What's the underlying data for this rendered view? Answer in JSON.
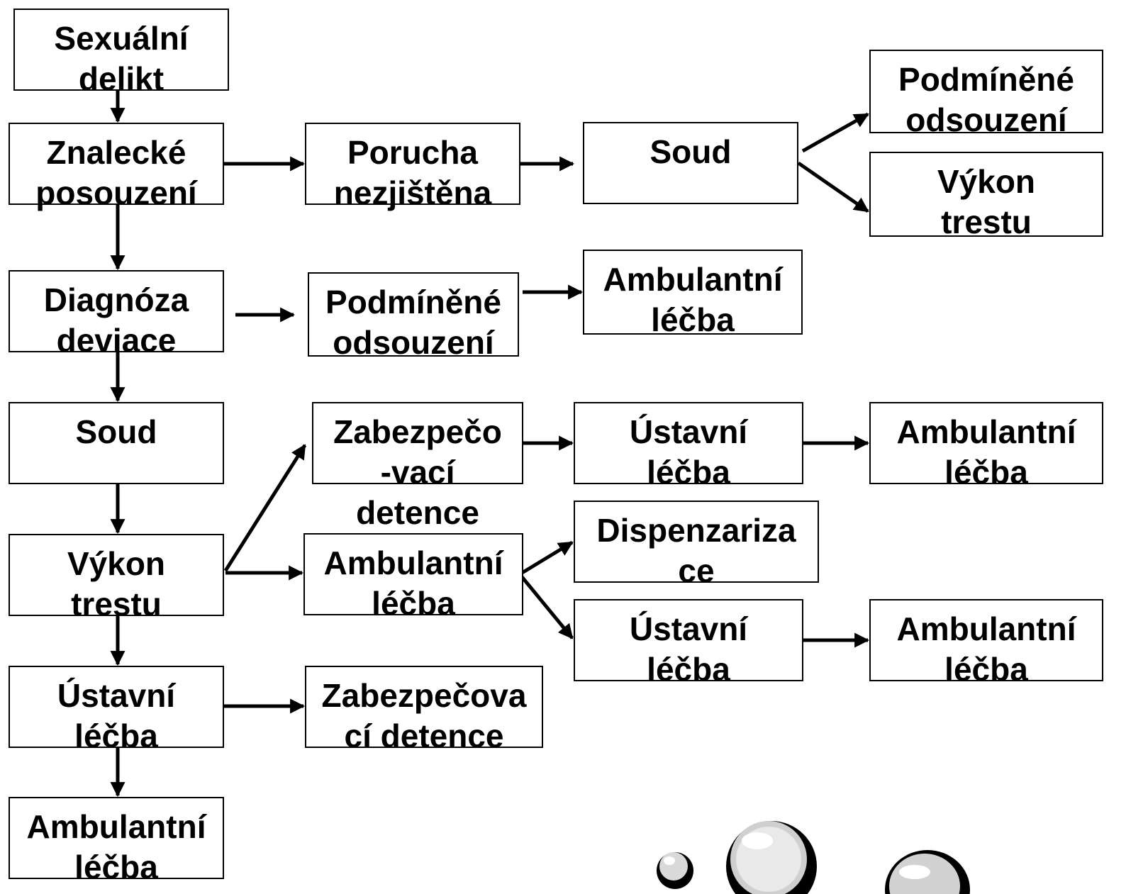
{
  "diagram": {
    "nodes": [
      {
        "id": "sexualni-delikt",
        "label": "Sexuální\ndelikt"
      },
      {
        "id": "znalecke-posouzeni",
        "label": "Znalecké\nposouzení"
      },
      {
        "id": "diagnoza-deviace",
        "label": "Diagnóza\ndeviace"
      },
      {
        "id": "soud-left",
        "label": "Soud"
      },
      {
        "id": "vykon-trestu-left",
        "label": "Výkon\ntrestu"
      },
      {
        "id": "ustavni-lecba-left",
        "label": "Ústavní\nléčba"
      },
      {
        "id": "ambulantni-lecba-left",
        "label": "Ambulantní\nléčba"
      },
      {
        "id": "porucha-nezjistena",
        "label": "Porucha\nnezjištěna"
      },
      {
        "id": "soud-top",
        "label": "Soud"
      },
      {
        "id": "podminene-odsouzeni-top",
        "label": "Podmíněné\nodsouzení"
      },
      {
        "id": "vykon-trestu-top",
        "label": "Výkon\ntrestu"
      },
      {
        "id": "podminene-odsouzeni-mid",
        "label": "Podmíněné\nodsouzení"
      },
      {
        "id": "ambulantni-lecba-mid",
        "label": "Ambulantní\nléčba"
      },
      {
        "id": "zabezpecovaci-detence-upper",
        "label": "Zabezpečo\n-vací\ndetence"
      },
      {
        "id": "ustavni-lecba-r1",
        "label": "Ústavní\nléčba"
      },
      {
        "id": "ambulantni-lecba-r1",
        "label": "Ambulantní\nléčba"
      },
      {
        "id": "ambulantni-lecba-center",
        "label": "Ambulantní\nléčba"
      },
      {
        "id": "dispenzarizace",
        "label": "Dispenzariza\nce"
      },
      {
        "id": "ustavni-lecba-r2",
        "label": "Ústavní\nléčba"
      },
      {
        "id": "ambulantni-lecba-r2",
        "label": "Ambulantní\nléčba"
      },
      {
        "id": "zabezpecovaci-detence-lower",
        "label": "Zabezpečova\ncí detence"
      }
    ],
    "edges": [
      {
        "from": "sexualni-delikt",
        "to": "znalecke-posouzeni"
      },
      {
        "from": "znalecke-posouzeni",
        "to": "diagnoza-deviace"
      },
      {
        "from": "diagnoza-deviace",
        "to": "soud-left"
      },
      {
        "from": "soud-left",
        "to": "vykon-trestu-left"
      },
      {
        "from": "vykon-trestu-left",
        "to": "ustavni-lecba-left"
      },
      {
        "from": "ustavni-lecba-left",
        "to": "ambulantni-lecba-left"
      },
      {
        "from": "znalecke-posouzeni",
        "to": "porucha-nezjistena"
      },
      {
        "from": "porucha-nezjistena",
        "to": "soud-top"
      },
      {
        "from": "soud-top",
        "to": "podminene-odsouzeni-top"
      },
      {
        "from": "soud-top",
        "to": "vykon-trestu-top"
      },
      {
        "from": "diagnoza-deviace",
        "to": "podminene-odsouzeni-mid"
      },
      {
        "from": "podminene-odsouzeni-mid",
        "to": "ambulantni-lecba-mid"
      },
      {
        "from": "vykon-trestu-left",
        "to": "zabezpecovaci-detence-upper"
      },
      {
        "from": "vykon-trestu-left",
        "to": "ambulantni-lecba-center"
      },
      {
        "from": "zabezpecovaci-detence-upper",
        "to": "ustavni-lecba-r1"
      },
      {
        "from": "ustavni-lecba-r1",
        "to": "ambulantni-lecba-r1"
      },
      {
        "from": "ambulantni-lecba-center",
        "to": "dispenzarizace"
      },
      {
        "from": "ambulantni-lecba-center",
        "to": "ustavni-lecba-r2"
      },
      {
        "from": "ustavni-lecba-r2",
        "to": "ambulantni-lecba-r2"
      },
      {
        "from": "ustavni-lecba-left",
        "to": "zabezpecovaci-detence-lower"
      }
    ]
  }
}
